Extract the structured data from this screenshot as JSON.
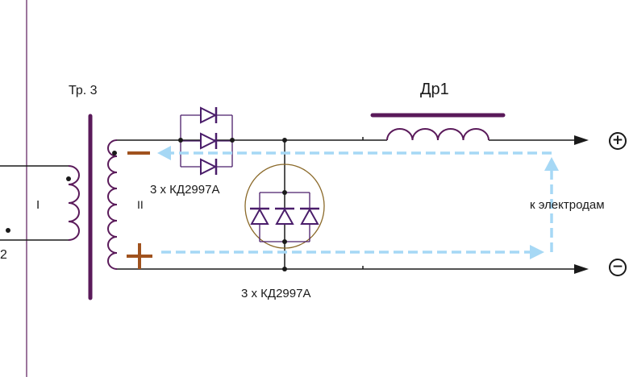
{
  "labels": {
    "transformer": "Тр. 3",
    "choke": "Др1",
    "primary_winding": "I",
    "secondary_winding": "II",
    "diodes_top": "3 х КД2997А",
    "diodes_bottom": "3 х КД2997А",
    "electrodes": "к электродам",
    "left_partial": "2"
  },
  "terminals": {
    "positive": "+",
    "negative": "−"
  },
  "colors": {
    "wire": "#1a1a1a",
    "core": "#5a1a5a",
    "winding": "#5a1a5a",
    "diode": "#4a1d6a",
    "polarity_marks": "#a0521e",
    "current_flow": "#a6d8f5",
    "ellipse": "#8b6a2a"
  }
}
